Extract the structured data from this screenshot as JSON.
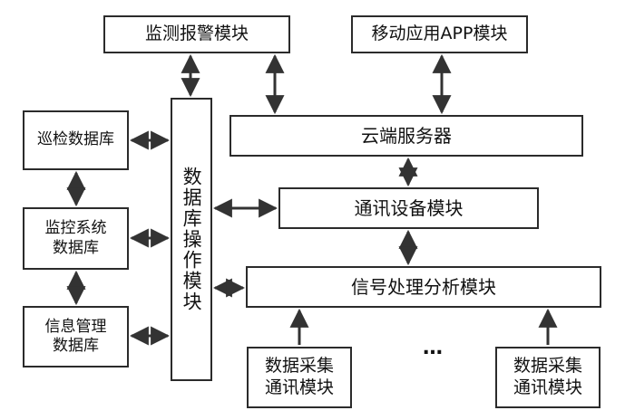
{
  "modules": {
    "monitor_alarm": "监测报警模块",
    "mobile_app": "移动应用APP模块",
    "cloud_server": "云端服务器",
    "patrol_db": "巡检数据库",
    "monitor_ctrl_db": "监控系统\n数据库",
    "info_mgmt_db": "信息管理\n数据库",
    "db_operation": "数据库操作模块",
    "comm_device": "通讯设备模块",
    "signal_processing": "信号处理分析模块",
    "collect_comm_1": "数据采集\n通讯模块",
    "collect_comm_2": "数据采集\n通讯模块",
    "ellipsis": "…"
  }
}
